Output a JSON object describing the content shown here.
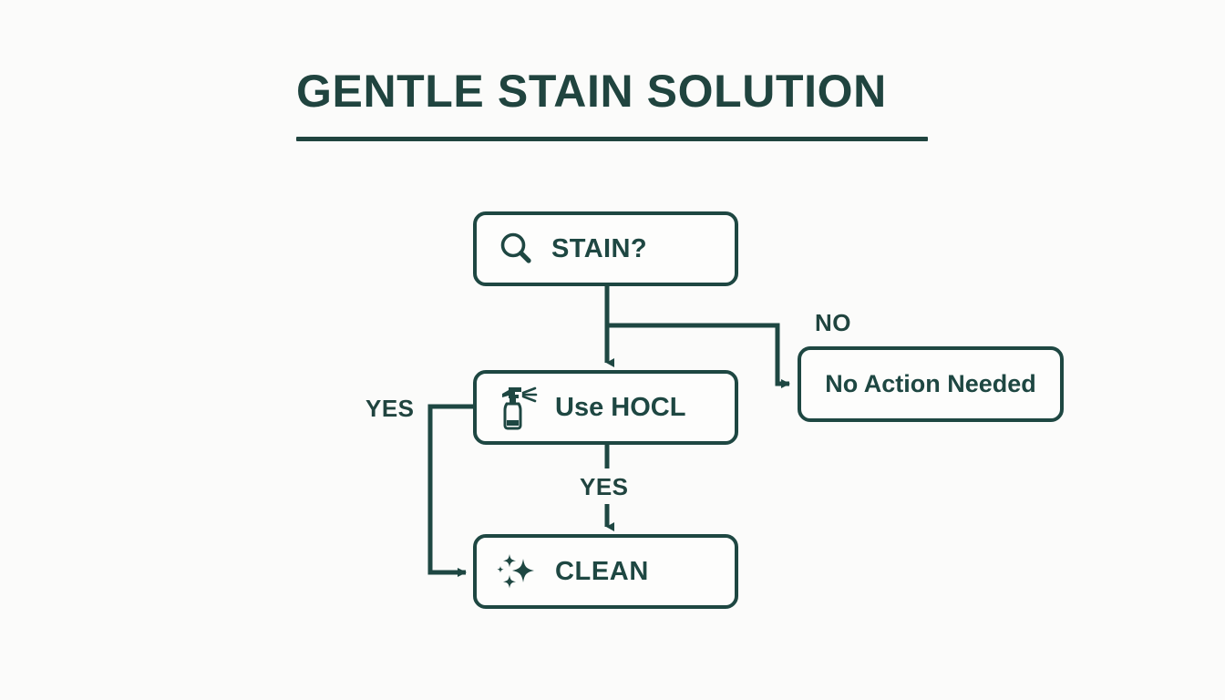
{
  "page": {
    "background_color": "#fbfbfa",
    "accent_color": "#1E4742",
    "title": "GENTLE STAIN SOLUTION"
  },
  "diagram": {
    "type": "flowchart",
    "nodes": [
      {
        "id": "stain",
        "label": "STAIN?",
        "icon": "magnifier-icon",
        "shape": "rounded-rectangle"
      },
      {
        "id": "hocl",
        "label": "Use HOCL",
        "icon": "spray-bottle-icon",
        "shape": "rounded-rectangle"
      },
      {
        "id": "clean",
        "label": "CLEAN",
        "icon": "sparkles-icon",
        "shape": "rounded-rectangle"
      },
      {
        "id": "noaction",
        "label": "No Action Needed",
        "icon": "none",
        "shape": "rounded-rectangle"
      }
    ],
    "edges": [
      {
        "id": "stain-to-hocl",
        "from": "stain",
        "to": "hocl",
        "label": ""
      },
      {
        "id": "stain-to-noaction",
        "from": "stain",
        "to": "noaction",
        "label": "NO"
      },
      {
        "id": "hocl-to-clean-direct",
        "from": "hocl",
        "to": "clean",
        "label": "YES"
      },
      {
        "id": "hocl-to-clean-left",
        "from": "hocl",
        "to": "clean",
        "label": "YES"
      }
    ],
    "edge_labels": {
      "no": "NO",
      "yes_left": "YES",
      "yes_middle": "YES"
    }
  }
}
